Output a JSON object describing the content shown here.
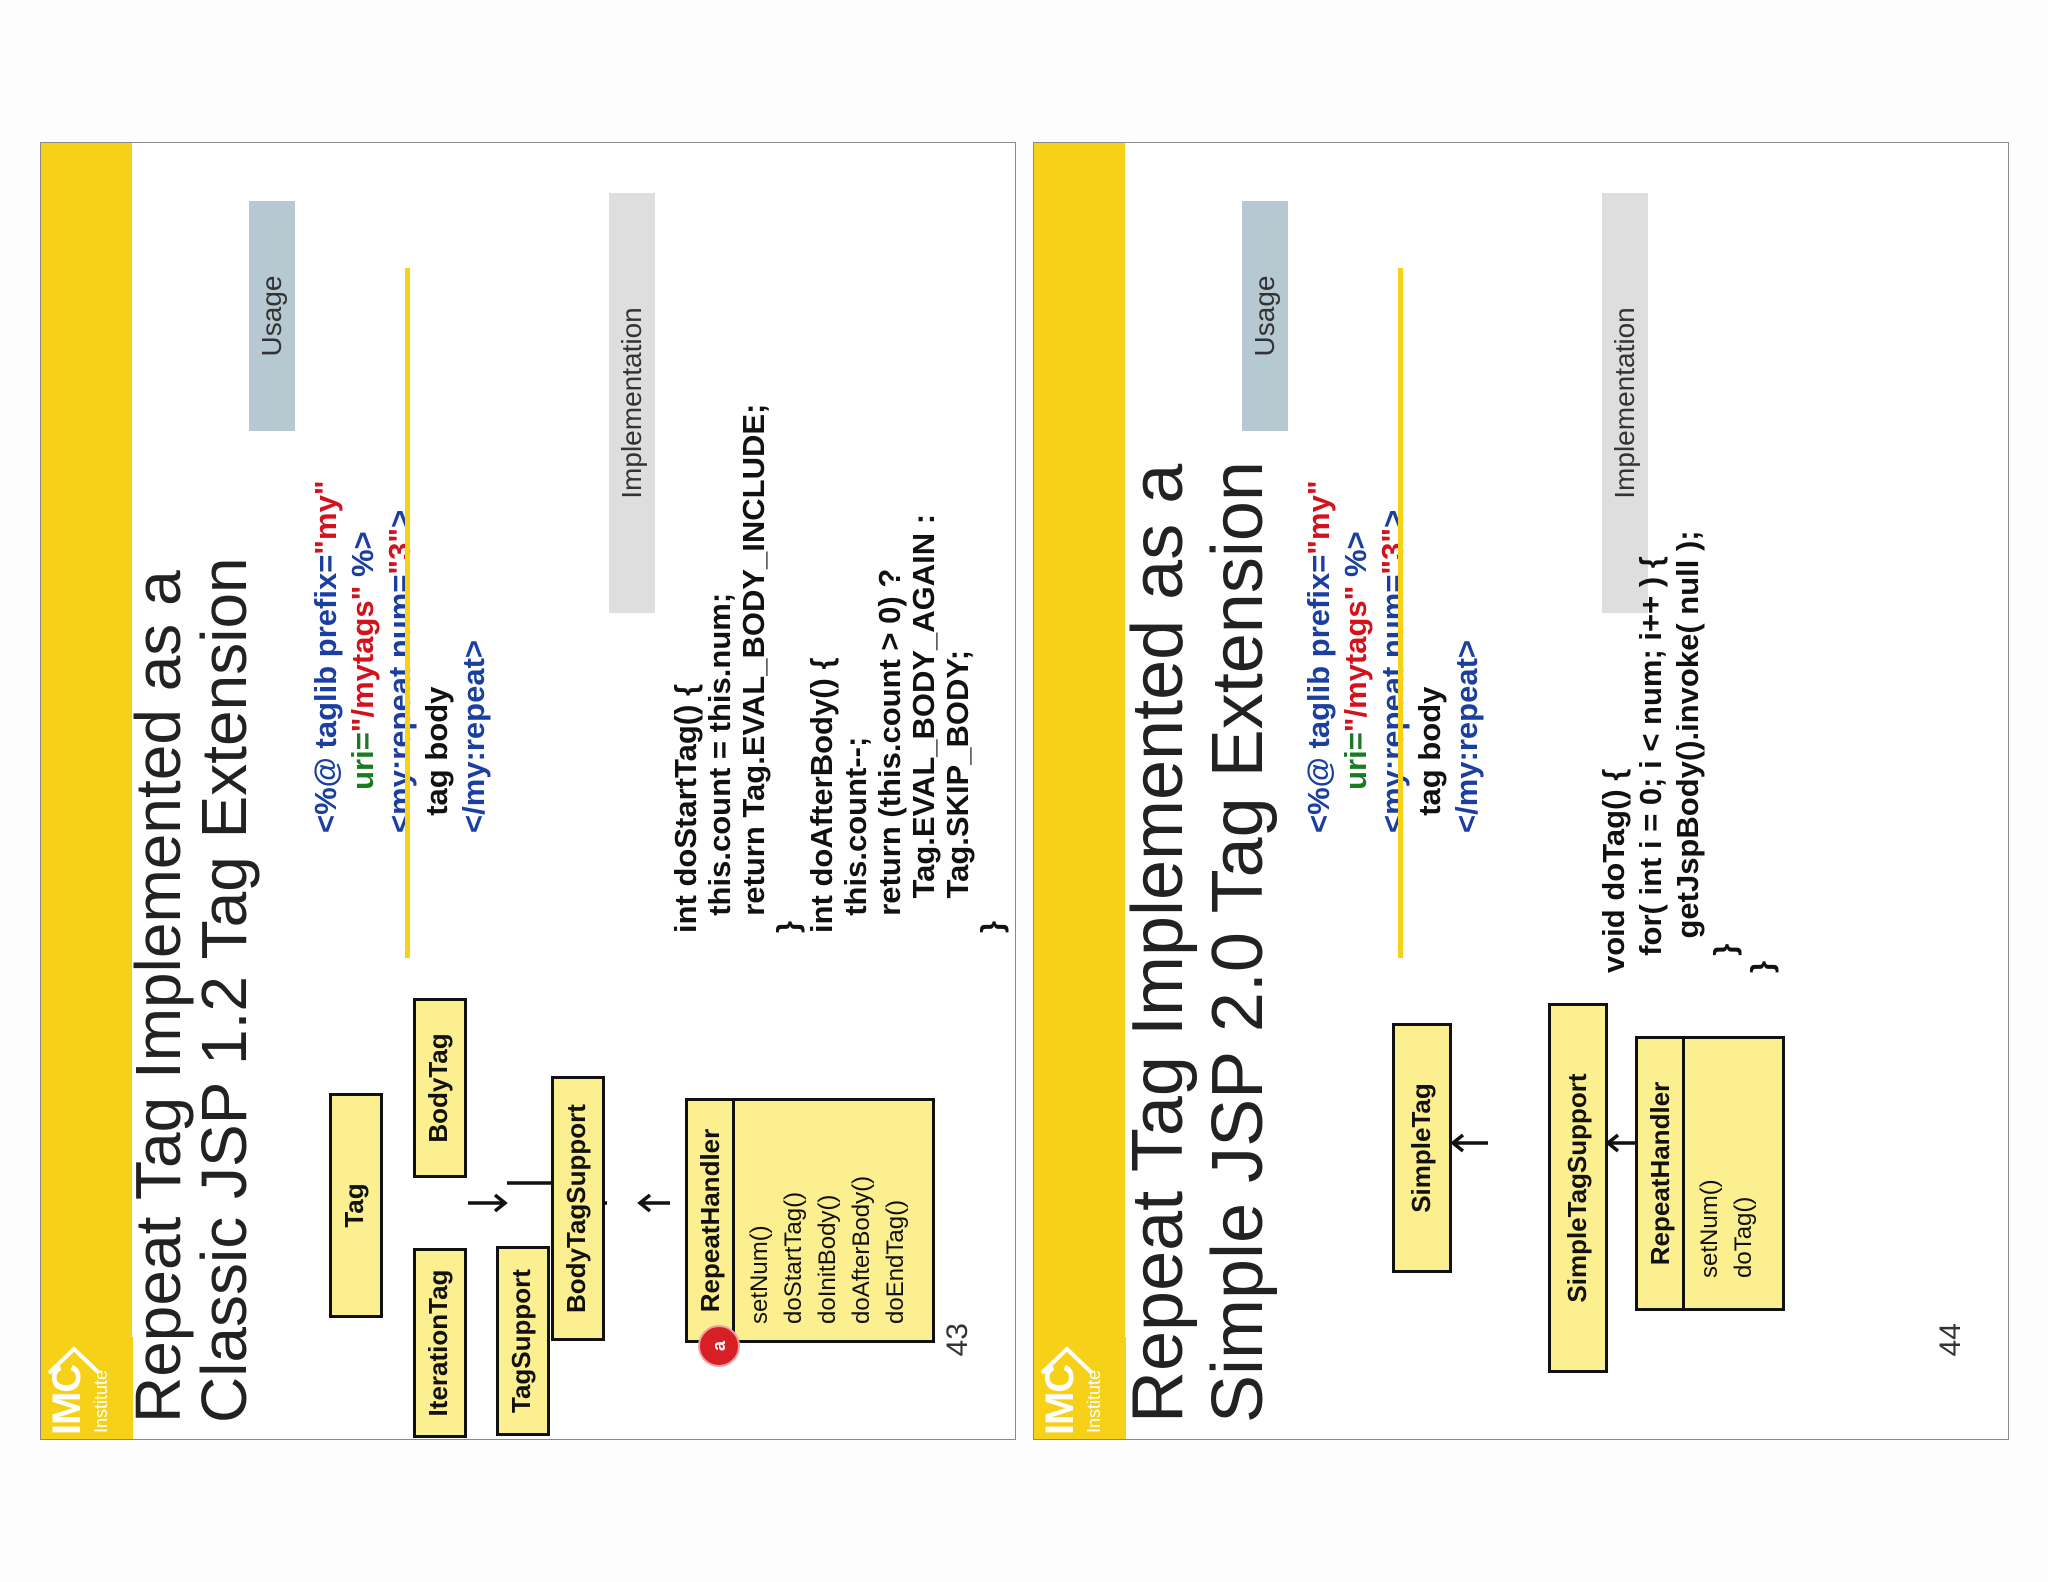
{
  "slides": [
    {
      "title_line1": "Repeat Tag Implemented as a",
      "title_line2": "Classic JSP 1.2 Tag Extension",
      "logo_imc": "IMC",
      "logo_institute": "Institute",
      "tab_usage": "Usage",
      "tab_implementation": "Implementation",
      "usage": {
        "l1a": "<%@ taglib prefix=",
        "l1b": "\"my\"",
        "l2a": "uri=",
        "l2b": "\"/mytags\"",
        "l2c": " %>",
        "l3a": "<my:repeat num=",
        "l3b": "\"3\"",
        "l3c": ">",
        "l4": "tag body",
        "l5": "</my:repeat>"
      },
      "impl": [
        "int doStartTag() {",
        "  this.count = this.num;",
        "  return Tag.EVAL_BODY_INCLUDE;",
        "}",
        "int doAfterBody() {",
        "  this.count--;",
        "  return (this.count > 0) ?",
        "    Tag.EVAL_BODY_AGAIN :",
        "    Tag.SKIP_BODY;",
        "}"
      ],
      "diagram": {
        "tag": "Tag",
        "bodytag": "BodyTag",
        "iterationtag": "IterationTag",
        "tagsupport": "TagSupport",
        "bodytagsupport": "BodyTagSupport",
        "repeathandler": "RepeatHandler",
        "methods": [
          "setNum()",
          "doStartTag()",
          "doInitBody()",
          "doAfterBody()",
          "doEndTag()"
        ],
        "badge": "a"
      },
      "page_number": "43"
    },
    {
      "title_line1": "Repeat Tag Implemented as a",
      "title_line2": "Simple JSP 2.0 Tag Extension",
      "logo_imc": "IMC",
      "logo_institute": "Institute",
      "tab_usage": "Usage",
      "tab_implementation": "Implementation",
      "usage": {
        "l1a": "<%@ taglib prefix=",
        "l1b": "\"my\"",
        "l2a": "uri=",
        "l2b": "\"/mytags\"",
        "l2c": " %>",
        "l3a": "<my:repeat num=",
        "l3b": "\"3\"",
        "l3c": ">",
        "l4": "tag body",
        "l5": "</my:repeat>"
      },
      "impl": [
        "void doTag() {",
        "  for( int i = 0; i < num; i++ ) {",
        "    getJspBody().invoke( null );",
        "  }",
        "}"
      ],
      "diagram": {
        "simpletag": "SimpleTag",
        "simpletagsupport": "SimpleTagSupport",
        "repeathandler": "RepeatHandler",
        "methods": [
          "setNum()",
          "doTag()"
        ]
      },
      "page_number": "44"
    }
  ],
  "colors": {
    "accent_yellow": "#f7d117",
    "box_fill": "#fcef8f",
    "usage_tab": "#b6c8d0",
    "impl_tab": "#dedede",
    "code_blue": "#1a3fa0",
    "code_green": "#1b7a23",
    "code_red": "#d2131b",
    "badge_red": "#d62026"
  }
}
